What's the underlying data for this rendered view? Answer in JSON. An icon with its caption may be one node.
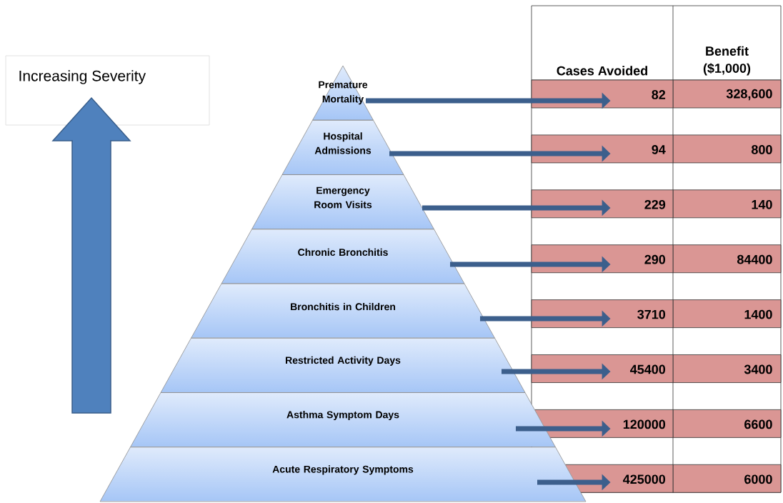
{
  "diagram": {
    "nodes": [
      {
        "text": [
          "Premature Mortality"
        ]
      },
      {
        "text": [
          "Hospital Admissions"
        ]
      },
      {
        "text": [
          "Emergency Room Visits"
        ]
      },
      {
        "text": [
          "Chronic Bronchitis"
        ]
      },
      {
        "text": [
          "Bronchitis in Children"
        ]
      },
      {
        "text": [
          "Restricted Activity Days"
        ]
      },
      {
        "text": [
          "Asthma Symptom Days"
        ]
      },
      {
        "text": [
          "Acute Respiratory Symptoms"
        ]
      },
      {
        "text": [
          "82"
        ]
      },
      {
        "text": [
          "94"
        ]
      },
      {
        "text": [
          "229"
        ]
      },
      {
        "text": [
          "290"
        ]
      },
      {
        "text": [
          "3710"
        ]
      },
      {
        "text": [
          "45400"
        ]
      },
      {
        "text": [
          "120000"
        ]
      },
      {
        "text": [
          "425000"
        ]
      }
    ],
    "edges": [
      {
        "from": 0,
        "to": 8,
        "arrow": "to"
      },
      {
        "from": 1,
        "to": 9,
        "arrow": "to"
      },
      {
        "from": 2,
        "to": 10,
        "arrow": "to"
      },
      {
        "from": 3,
        "to": 11,
        "arrow": "to"
      },
      {
        "from": 4,
        "to": 12,
        "arrow": "to"
      },
      {
        "from": 5,
        "to": 13,
        "arrow": "to"
      },
      {
        "from": 6,
        "to": 14,
        "arrow": "to"
      },
      {
        "from": 7,
        "to": 15,
        "arrow": "to"
      }
    ],
    "labels": [
      "Increasing Severity",
      "Cases Avoided",
      "Benefit ($1,000)",
      "328,600",
      "800",
      "140",
      "84400",
      "1400",
      "3400",
      "6600",
      "6000"
    ]
  }
}
